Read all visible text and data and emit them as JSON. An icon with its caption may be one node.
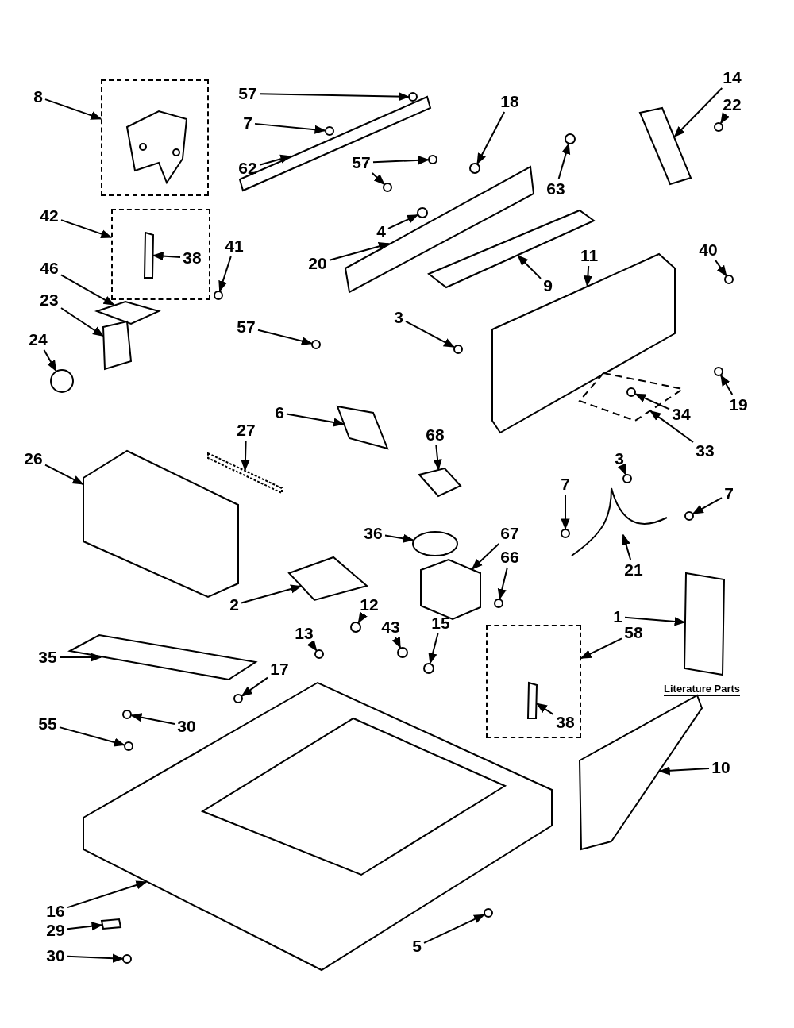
{
  "diagram": {
    "nodes": [
      {
        "text": [
          "8"
        ]
      },
      {
        "text": [
          "57"
        ]
      },
      {
        "text": [
          "7"
        ]
      },
      {
        "text": [
          "62"
        ]
      },
      {
        "text": [
          "18"
        ]
      },
      {
        "text": [
          "14"
        ]
      },
      {
        "text": [
          "22"
        ]
      },
      {
        "text": [
          "57"
        ]
      },
      {
        "text": [
          "63"
        ]
      },
      {
        "text": [
          "4"
        ]
      },
      {
        "text": [
          "42"
        ]
      },
      {
        "text": [
          "38"
        ],
        "in": 64
      },
      {
        "text": [
          "46"
        ]
      },
      {
        "text": [
          "20"
        ]
      },
      {
        "text": [
          "9"
        ]
      },
      {
        "text": [
          "11"
        ]
      },
      {
        "text": [
          "40"
        ]
      },
      {
        "text": [
          "41"
        ]
      },
      {
        "text": [
          "23"
        ]
      },
      {
        "text": [
          "24"
        ]
      },
      {
        "text": [
          "57"
        ]
      },
      {
        "text": [
          "3"
        ]
      },
      {
        "text": [
          "19"
        ]
      },
      {
        "text": [
          "34"
        ]
      },
      {
        "text": [
          "33"
        ]
      },
      {
        "text": [
          "6"
        ]
      },
      {
        "text": [
          "68"
        ]
      },
      {
        "text": [
          "27"
        ]
      },
      {
        "text": [
          "26"
        ]
      },
      {
        "text": [
          "3"
        ]
      },
      {
        "text": [
          "7"
        ]
      },
      {
        "text": [
          "7"
        ]
      },
      {
        "text": [
          "21"
        ]
      },
      {
        "text": [
          "36"
        ]
      },
      {
        "text": [
          "67"
        ]
      },
      {
        "text": [
          "66"
        ]
      },
      {
        "text": [
          "1"
        ]
      },
      {
        "text": [
          "58"
        ]
      },
      {
        "text": [
          "2"
        ]
      },
      {
        "text": [
          "12"
        ]
      },
      {
        "text": [
          "43"
        ]
      },
      {
        "text": [
          "15"
        ]
      },
      {
        "text": [
          "13"
        ]
      },
      {
        "text": [
          "17"
        ]
      },
      {
        "text": [
          "38"
        ],
        "in": 91
      },
      {
        "text": [
          "35"
        ]
      },
      {
        "text": [
          "30"
        ]
      },
      {
        "text": [
          "55"
        ]
      },
      {
        "text": [
          "10"
        ]
      },
      {
        "text": [
          "16"
        ]
      },
      {
        "text": [
          "29"
        ]
      },
      {
        "text": [
          "30"
        ]
      },
      {
        "text": [
          "5"
        ]
      },
      {
        "text": [],
        "shape": "box"
      },
      {
        "text": [],
        "shape": "circle"
      },
      {
        "text": [],
        "shape": "circle"
      },
      {
        "text": [],
        "shape": "bar"
      },
      {
        "text": [],
        "shape": "circle"
      },
      {
        "text": [],
        "shape": "bar"
      },
      {
        "text": [],
        "shape": "circle"
      },
      {
        "text": [],
        "shape": "circle"
      },
      {
        "text": [],
        "shape": "circle"
      },
      {
        "text": [],
        "shape": "circle"
      },
      {
        "text": [],
        "shape": "circle"
      },
      {
        "text": [],
        "shape": "box"
      },
      {
        "text": [],
        "shape": "bar",
        "in": 64
      },
      {
        "text": [],
        "shape": "diamond"
      },
      {
        "text": [],
        "shape": "bar"
      },
      {
        "text": [],
        "shape": "bar"
      },
      {
        "text": [],
        "shape": "box"
      },
      {
        "text": [],
        "shape": "circle"
      },
      {
        "text": [],
        "shape": "circle"
      },
      {
        "text": [],
        "shape": "box"
      },
      {
        "text": [],
        "shape": "circle"
      },
      {
        "text": [],
        "shape": "circle"
      },
      {
        "text": [],
        "shape": "circle"
      },
      {
        "text": [],
        "shape": "circle"
      },
      {
        "text": [],
        "shape": "box"
      },
      {
        "text": [],
        "shape": "circle",
        "in": 77
      },
      {
        "text": [],
        "shape": "box"
      },
      {
        "text": [],
        "shape": "box"
      },
      {
        "text": [],
        "shape": "bar"
      },
      {
        "text": [],
        "shape": "box"
      },
      {
        "text": [],
        "shape": "circle"
      },
      {
        "text": [],
        "shape": "circle"
      },
      {
        "text": [],
        "shape": "circle"
      },
      {
        "text": [],
        "shape": "picture"
      },
      {
        "text": [],
        "shape": "circle"
      },
      {
        "text": [],
        "shape": "box"
      },
      {
        "text": [],
        "shape": "circle"
      },
      {
        "text": [],
        "shape": "box"
      },
      {
        "text": [],
        "shape": "box"
      },
      {
        "text": [],
        "shape": "box"
      },
      {
        "text": [],
        "shape": "circle"
      },
      {
        "text": [],
        "shape": "circle"
      },
      {
        "text": [],
        "shape": "circle"
      },
      {
        "text": [],
        "shape": "circle"
      },
      {
        "text": [],
        "shape": "circle"
      },
      {
        "text": [],
        "shape": "bar",
        "in": 91
      },
      {
        "text": [],
        "shape": "bar"
      },
      {
        "text": [],
        "shape": "circle"
      },
      {
        "text": [],
        "shape": "circle"
      },
      {
        "text": [],
        "shape": "box"
      },
      {
        "text": [],
        "shape": "box"
      },
      {
        "text": [],
        "shape": "box"
      },
      {
        "text": [],
        "shape": "circle"
      },
      {
        "text": [],
        "shape": "circle"
      }
    ],
    "edges": [
      {
        "from": 0,
        "to": 53,
        "arrow": "to"
      },
      {
        "from": 1,
        "to": 54,
        "arrow": "to"
      },
      {
        "from": 2,
        "to": 55,
        "arrow": "to"
      },
      {
        "from": 3,
        "to": 56,
        "arrow": "to"
      },
      {
        "from": 4,
        "to": 57,
        "arrow": "to"
      },
      {
        "from": 5,
        "to": 58,
        "arrow": "to"
      },
      {
        "from": 6,
        "to": 59,
        "arrow": "to"
      },
      {
        "from": 7,
        "to": 60,
        "arrow": "to"
      },
      {
        "from": 7,
        "to": 61,
        "arrow": "to"
      },
      {
        "from": 8,
        "to": 62,
        "arrow": "to"
      },
      {
        "from": 9,
        "to": 63,
        "arrow": "to"
      },
      {
        "from": 10,
        "to": 64,
        "arrow": "to"
      },
      {
        "from": 11,
        "to": 65,
        "arrow": "to"
      },
      {
        "from": 12,
        "to": 66,
        "arrow": "to"
      },
      {
        "from": 13,
        "to": 67,
        "arrow": "to"
      },
      {
        "from": 14,
        "to": 68,
        "arrow": "to"
      },
      {
        "from": 15,
        "to": 69,
        "arrow": "to"
      },
      {
        "from": 16,
        "to": 70,
        "arrow": "to"
      },
      {
        "from": 17,
        "to": 71,
        "arrow": "to"
      },
      {
        "from": 18,
        "to": 72,
        "arrow": "to"
      },
      {
        "from": 19,
        "to": 73,
        "arrow": "to"
      },
      {
        "from": 20,
        "to": 74,
        "arrow": "to"
      },
      {
        "from": 21,
        "to": 75,
        "arrow": "to"
      },
      {
        "from": 22,
        "to": 76,
        "arrow": "to"
      },
      {
        "from": 23,
        "to": 78,
        "arrow": "to"
      },
      {
        "from": 24,
        "to": 77,
        "arrow": "to"
      },
      {
        "from": 25,
        "to": 79,
        "arrow": "to"
      },
      {
        "from": 26,
        "to": 80,
        "arrow": "to"
      },
      {
        "from": 27,
        "to": 81,
        "arrow": "to"
      },
      {
        "from": 28,
        "to": 82,
        "arrow": "to"
      },
      {
        "from": 29,
        "to": 83,
        "arrow": "to"
      },
      {
        "from": 30,
        "to": 84,
        "arrow": "to"
      },
      {
        "from": 31,
        "to": 85,
        "arrow": "to"
      },
      {
        "from": 32,
        "to": 86,
        "arrow": "to"
      },
      {
        "from": 33,
        "to": 87,
        "arrow": "to"
      },
      {
        "from": 34,
        "to": 88,
        "arrow": "to"
      },
      {
        "from": 35,
        "to": 89,
        "arrow": "to"
      },
      {
        "from": 36,
        "to": 90,
        "arrow": "to"
      },
      {
        "from": 37,
        "to": 91,
        "arrow": "to"
      },
      {
        "from": 38,
        "to": 92,
        "arrow": "to"
      },
      {
        "from": 39,
        "to": 93,
        "arrow": "to"
      },
      {
        "from": 40,
        "to": 94,
        "arrow": "to"
      },
      {
        "from": 41,
        "to": 95,
        "arrow": "to"
      },
      {
        "from": 42,
        "to": 96,
        "arrow": "to"
      },
      {
        "from": 43,
        "to": 97,
        "arrow": "to"
      },
      {
        "from": 44,
        "to": 98,
        "arrow": "to"
      },
      {
        "from": 45,
        "to": 99,
        "arrow": "to"
      },
      {
        "from": 46,
        "to": 100,
        "arrow": "to"
      },
      {
        "from": 47,
        "to": 101,
        "arrow": "to"
      },
      {
        "from": 48,
        "to": 102,
        "arrow": "to"
      },
      {
        "from": 49,
        "to": 103,
        "arrow": "to"
      },
      {
        "from": 50,
        "to": 104,
        "arrow": "to"
      },
      {
        "from": 51,
        "to": 105,
        "arrow": "to"
      },
      {
        "from": 52,
        "to": 106,
        "arrow": "to"
      }
    ],
    "labels": [
      "Literature Parts"
    ]
  }
}
